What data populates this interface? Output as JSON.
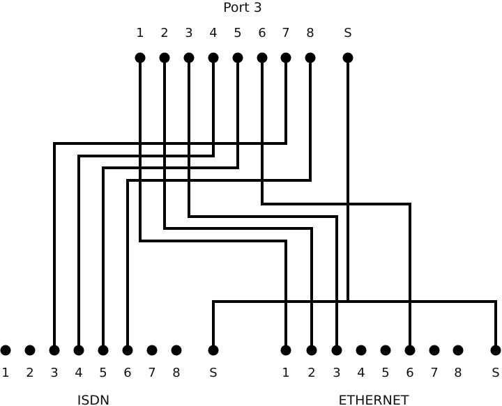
{
  "port3": {
    "title": "Port 3",
    "pins": [
      "1",
      "2",
      "3",
      "4",
      "5",
      "6",
      "7",
      "8",
      "S"
    ]
  },
  "isdn": {
    "title": "ISDN",
    "pins": [
      "1",
      "2",
      "3",
      "4",
      "5",
      "6",
      "7",
      "8",
      "S"
    ]
  },
  "ethernet": {
    "title": "ETHERNET",
    "pins": [
      "1",
      "2",
      "3",
      "4",
      "5",
      "6",
      "7",
      "8",
      "S"
    ]
  },
  "connections": [
    {
      "from": "port3.7",
      "to": "isdn.3"
    },
    {
      "from": "port3.4",
      "to": "isdn.4"
    },
    {
      "from": "port3.5",
      "to": "isdn.5"
    },
    {
      "from": "port3.8",
      "to": "isdn.6"
    },
    {
      "from": "port3.1",
      "to": "ethernet.1"
    },
    {
      "from": "port3.2",
      "to": "ethernet.2"
    },
    {
      "from": "port3.3",
      "to": "ethernet.3"
    },
    {
      "from": "port3.6",
      "to": "ethernet.6"
    },
    {
      "from": "port3.S",
      "to": "isdn.S"
    },
    {
      "from": "port3.S",
      "to": "ethernet.S"
    }
  ],
  "colors": {
    "line": "#000000",
    "pin": "#000000",
    "text": "#111111"
  }
}
